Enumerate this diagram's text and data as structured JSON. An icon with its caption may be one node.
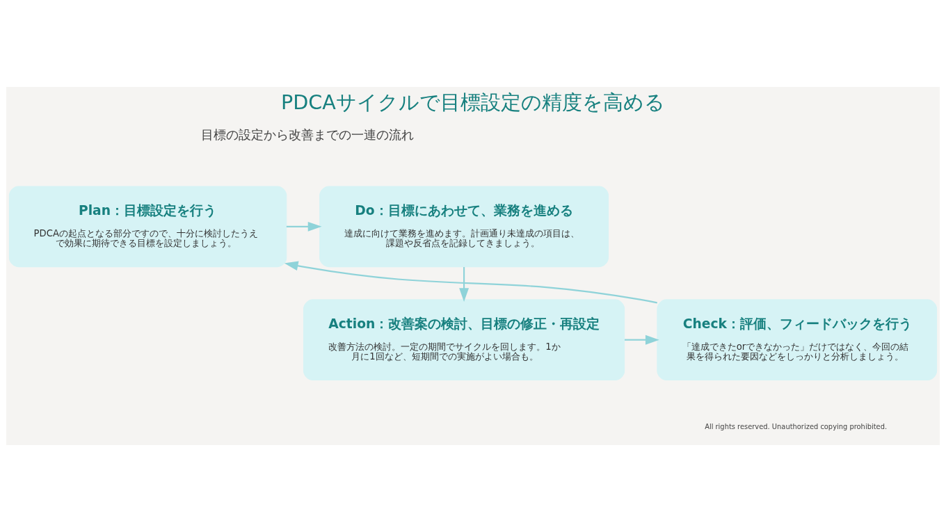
{
  "diagram": {
    "title": "PDCAサイクルで目標設定の精度を高める",
    "nodes": [
      {
        "text": [
          "Plan：目標設定を行う",
          "PDCAの起点となる部分ですので、十分に検討したうえで効果に期待できる目標を設定しましょう。"
        ]
      },
      {
        "text": [
          "Do：目標にあわせて、業務を進める",
          "達成に向けて業務を進めます。計画通り未達成の項目は、課題や反省点を記録してきましょう。"
        ]
      },
      {
        "text": [
          "Check：評価、フィードバックを行う",
          "「達成できたorできなかった」だけではなく、今回の結果を得られた要因などをしっかりと分析しましょう。"
        ]
      },
      {
        "text": [
          "Action：改善案の検討、目標の修正・再設定",
          "改善方法の検討。一定の期間でサイクルを回します。1か月に1回など、短期間での実施がよい場合も。"
        ]
      }
    ],
    "edges": [
      {
        "from": 0,
        "to": 1,
        "arrow": "to"
      },
      {
        "from": 1,
        "to": 3,
        "arrow": "to"
      },
      {
        "from": 3,
        "to": 2,
        "arrow": "to"
      },
      {
        "from": 2,
        "to": 0,
        "arrow": "to"
      }
    ],
    "labels": [
      "目標の設定から改善までの一連の流れ",
      "All rights reserved. Unauthorized copying prohibited."
    ]
  }
}
